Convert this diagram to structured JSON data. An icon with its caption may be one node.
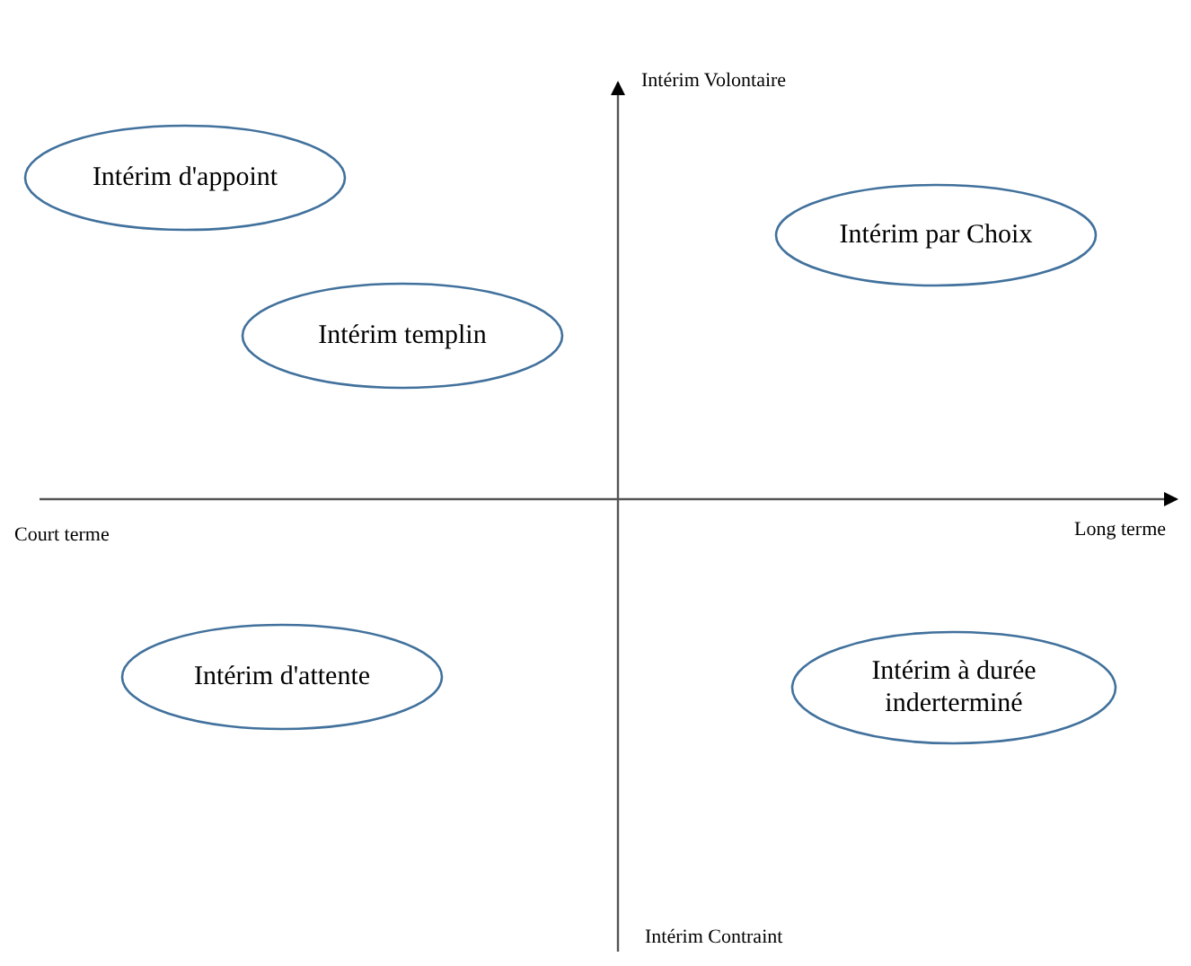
{
  "diagram": {
    "nodes": [
      {
        "text": [
          "Intérim d'appoint"
        ]
      },
      {
        "text": [
          "Intérim par Choix"
        ]
      },
      {
        "text": [
          "Intérim templin"
        ]
      },
      {
        "text": [
          "Intérim d'attente"
        ]
      },
      {
        "text": [
          "Intérim à durée inderterminé"
        ]
      }
    ],
    "labels": [
      "Intérim Volontaire",
      "Court terme",
      "Long terme",
      "Intérim Contraint"
    ]
  }
}
